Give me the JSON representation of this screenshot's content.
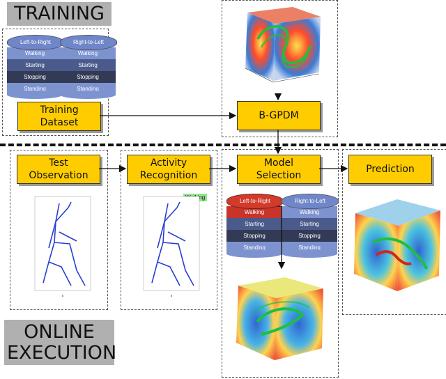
{
  "phases": {
    "training": "TRAINING",
    "online_line1": "ONLINE",
    "online_line2": "EXECUTION"
  },
  "steps": {
    "training_dataset": "Training\nDataset",
    "bgpdm": "B-GPDM",
    "test_observation": "Test\nObservation",
    "activity_recognition": "Activity\nRecognition",
    "model_selection": "Model\nSelection",
    "prediction": "Prediction"
  },
  "databases": {
    "left_title": "Left-to-Right",
    "right_title": "Right-to-Left",
    "layers": [
      "Walking",
      "Starting",
      "Stopping",
      "Standing"
    ]
  },
  "recognized_activity": "Walking",
  "colors": {
    "step_fill": "#ffcc00",
    "db_top": "#6f86c9",
    "db_selected_top": "#d23a2a",
    "walking_layer": "#7d93d0",
    "starting_layer": "#4a5a8a",
    "stopping_layer": "#323a55",
    "standing_layer": "#7d93d0"
  }
}
